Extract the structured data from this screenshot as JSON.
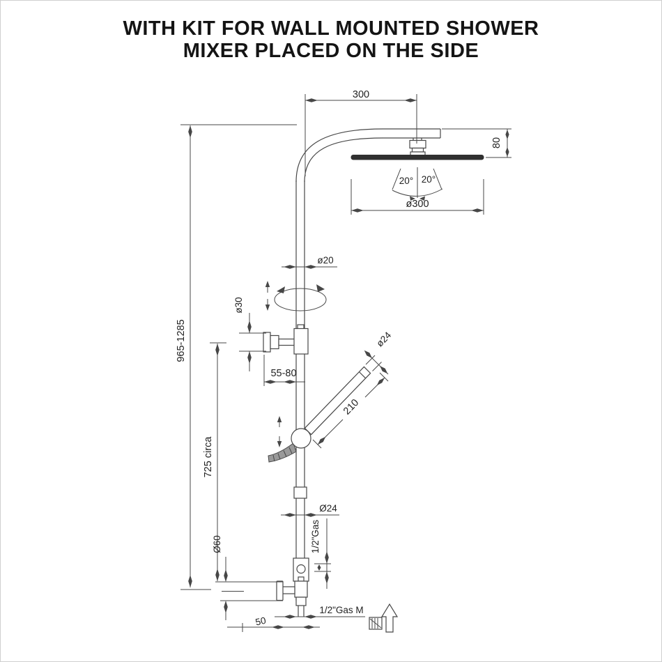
{
  "title": {
    "line1": "WITH KIT FOR WALL MOUNTED SHOWER",
    "line2": "MIXER PLACED ON THE SIDE"
  },
  "diagram": {
    "dimensions": {
      "arm_reach": "300",
      "head_drop": "80",
      "swivel_left": "20°",
      "swivel_right": "20°",
      "head_diameter": "ø300",
      "column_diameter": "ø20",
      "bracket_diameter": "ø30",
      "wall_distance": "55-80",
      "handshower_diameter": "ø24",
      "handshower_length": "210",
      "total_height": "965-1285",
      "lower_height": "725 circa",
      "riser_diameter": "Ø24",
      "inlet_thread": "1/2\"Gas",
      "handle_diameter": "Ø60",
      "outlet_offset": "50",
      "outlet_thread": "1/2\"Gas M"
    },
    "colors": {
      "line": "#474747",
      "text": "#222222",
      "head_fill": "#303030",
      "title": "#141414",
      "border": "#cfcfcf"
    }
  }
}
